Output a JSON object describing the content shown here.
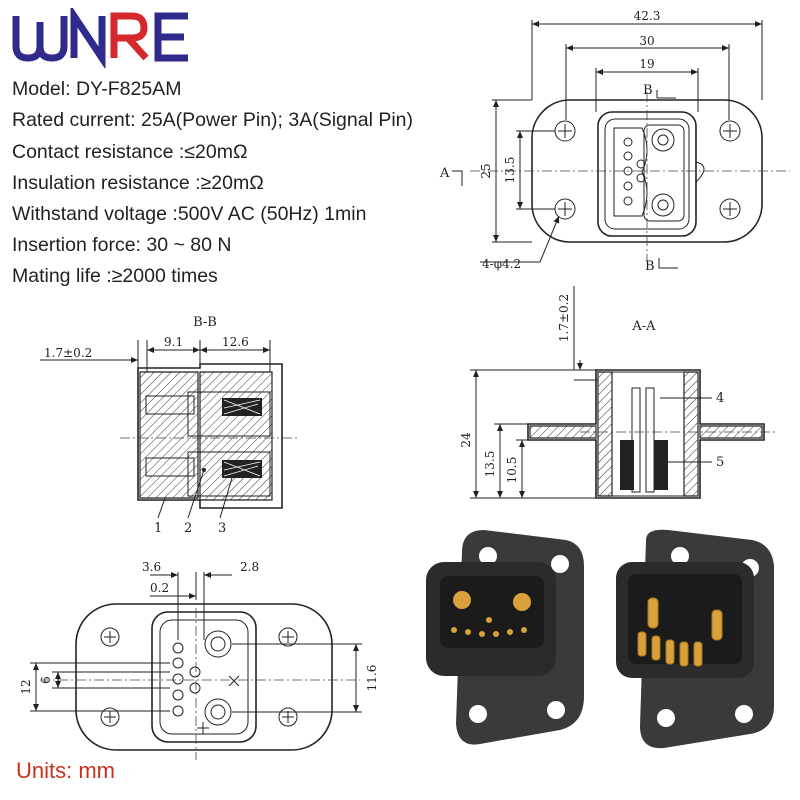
{
  "brand": {
    "logo_text": "WNRE",
    "logo_color": "#2f2a8c",
    "logo_accent": "#d6272d"
  },
  "specs": [
    "Model: DY-F825AM",
    "Rated current:  25A(Power Pin);  3A(Signal Pin)",
    "Contact resistance :≤20mΩ",
    "Insulation resistance :≥20mΩ",
    "Withstand voltage :500V AC (50Hz) 1min",
    "Insertion force: 30 ~ 80 N",
    "Mating life :≥2000 times"
  ],
  "units": "Units: mm",
  "top_view": {
    "dim_overall_width": "42.3",
    "dim_mid_width": "30",
    "dim_inner_width": "19",
    "dim_height": "25",
    "dim_hole_offset": "13.5",
    "hole_callout": "4-φ4.2",
    "section_a": "A",
    "section_b": "B"
  },
  "section_bb": {
    "title": "B-B",
    "dim_offset": "1.7±0.2",
    "dim_left": "9.1",
    "dim_right": "12.6",
    "callouts": [
      "1",
      "2",
      "3"
    ]
  },
  "section_aa": {
    "title": "A-A",
    "dim_offset": "1.7±0.2",
    "dim_total_height": "24",
    "dim_h1": "13.5",
    "dim_h2": "10.5",
    "callouts": [
      "4",
      "5"
    ]
  },
  "bottom_view": {
    "dim_a": "3.6",
    "dim_b": "0.2",
    "dim_c": "2.8",
    "dim_height": "12",
    "dim_small": "6",
    "dim_right": "11.6"
  },
  "colors": {
    "spec_text": "#222222",
    "units_text": "#c8301e",
    "line": "#222222",
    "pin_gold": "#d9a13a"
  }
}
